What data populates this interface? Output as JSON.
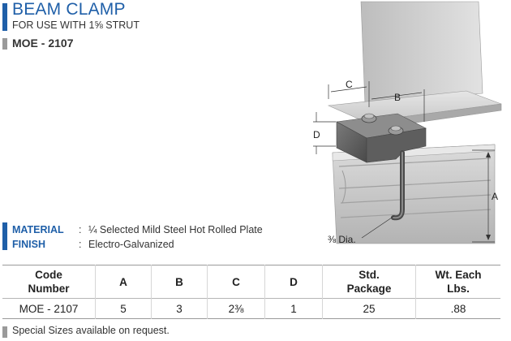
{
  "header": {
    "title": "BEAM CLAMP",
    "subtitle": "FOR USE WITH 1⅝ STRUT",
    "model": "MOE - 2107"
  },
  "specs": [
    {
      "label": "MATERIAL",
      "value": "¼ Selected Mild Steel Hot Rolled Plate"
    },
    {
      "label": "FINISH",
      "value": "Electro-Galvanized"
    }
  ],
  "diagram": {
    "label_a": "A",
    "label_b": "B",
    "label_c": "C",
    "label_d": "D",
    "dia_label": "⅜ Dia."
  },
  "table": {
    "headers": [
      {
        "line1": "Code",
        "line2": "Number"
      },
      {
        "line1": "A",
        "line2": ""
      },
      {
        "line1": "B",
        "line2": ""
      },
      {
        "line1": "C",
        "line2": ""
      },
      {
        "line1": "D",
        "line2": ""
      },
      {
        "line1": "Std.",
        "line2": "Package"
      },
      {
        "line1": "Wt. Each",
        "line2": "Lbs."
      }
    ],
    "rows": [
      [
        "MOE - 2107",
        "5",
        "3",
        "2⅜",
        "1",
        "25",
        ".88"
      ]
    ]
  },
  "note": "Special Sizes available on request.",
  "colors": {
    "accent": "#1f5fa8",
    "secondary": "#9a9a9a"
  }
}
